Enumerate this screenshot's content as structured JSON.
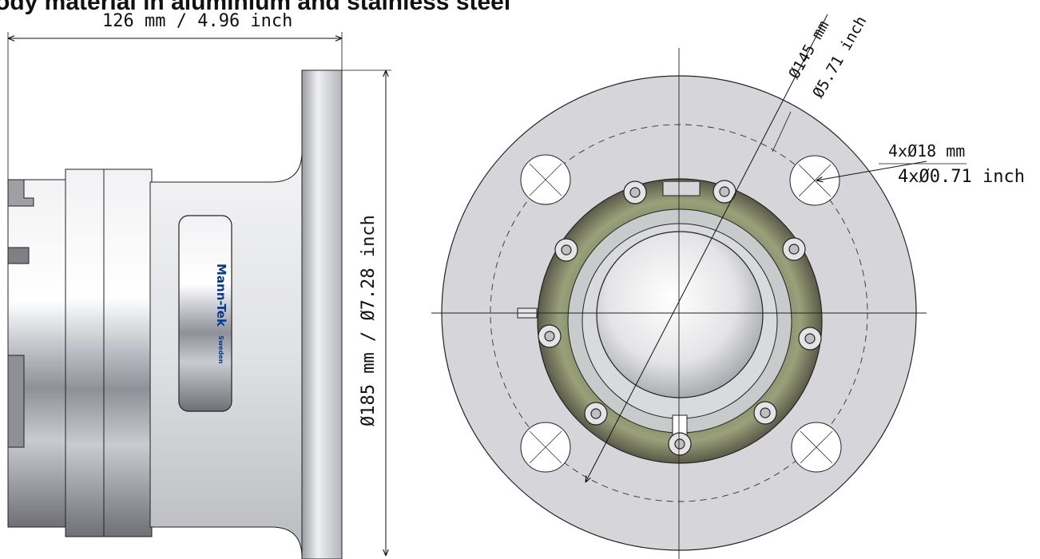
{
  "heading": "ody material in aluminium and stainless steel",
  "side_view": {
    "length_dimension": "126 mm / 4.96 inch",
    "diameter_dimension": "Ø185 mm / Ø7.28 inch",
    "brand_name": "Mann-Tek",
    "brand_country": "Sweden"
  },
  "front_view": {
    "bolt_circle_mm": "Ø145 mm",
    "bolt_circle_inch": "Ø5.71 inch",
    "hole_mm": "4xØ18 mm",
    "hole_inch": "4xØ0.71 inch"
  },
  "colors": {
    "line": "#111111",
    "brand": "#0a3a8a",
    "flange": "#d4d4d8",
    "steel_light": "#f4f4f6",
    "steel_dark": "#8a8a90"
  }
}
